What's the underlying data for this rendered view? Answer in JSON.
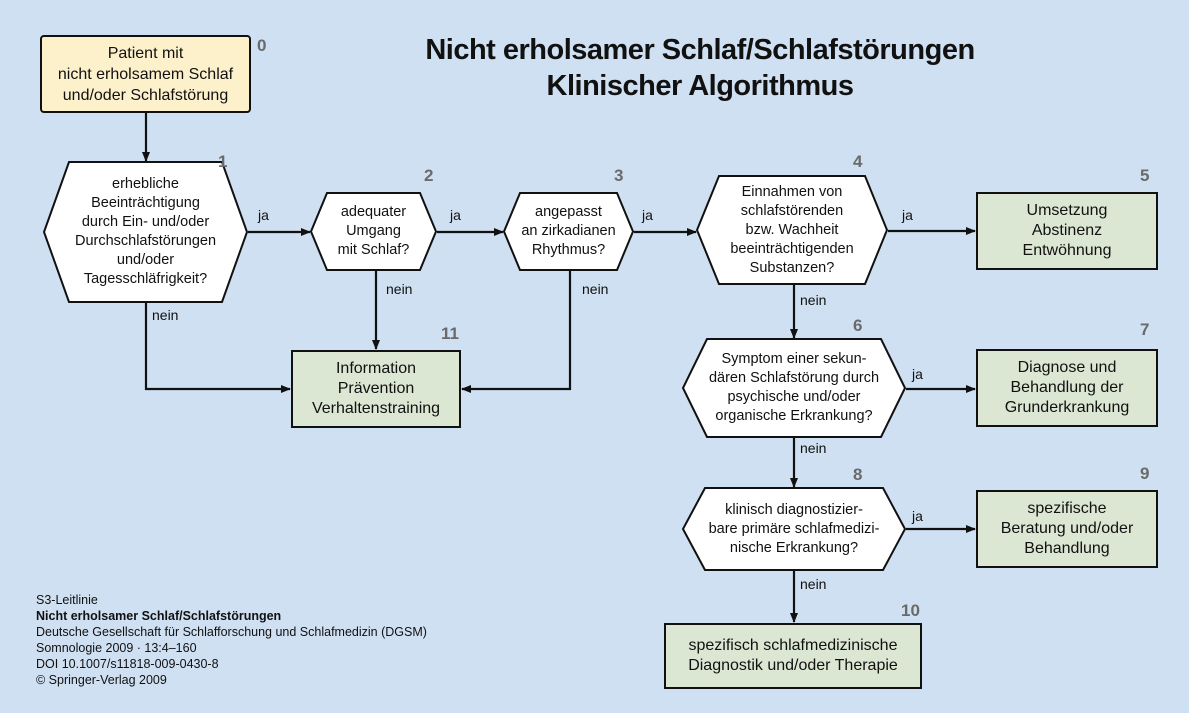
{
  "title": {
    "line1": "Nicht erholsamer Schlaf/Schlafstörungen",
    "line2": "Klinischer Algorithmus"
  },
  "nodes": {
    "n0": {
      "num": "0",
      "text": "Patient mit\nnicht erholsamem Schlaf\nund/oder Schlafstörung"
    },
    "n1": {
      "num": "1",
      "text": "erhebliche\nBeeinträchtigung\ndurch Ein- und/oder\nDurchschlafstörungen\nund/oder\nTagesschläfrigkeit?"
    },
    "n2": {
      "num": "2",
      "text": "adequater\nUmgang\nmit Schlaf?"
    },
    "n3": {
      "num": "3",
      "text": "angepasst\nan zirkadianen\nRhythmus?"
    },
    "n4": {
      "num": "4",
      "text": "Einnahmen von\nschlafstörenden\nbzw. Wachheit\nbeeinträchtigenden\nSubstanzen?"
    },
    "n5": {
      "num": "5",
      "text": "Umsetzung\nAbstinenz\nEntwöhnung"
    },
    "n6": {
      "num": "6",
      "text": "Symptom einer sekun-\ndären Schlafstörung durch\npsychische und/oder\norganische Erkrankung?"
    },
    "n7": {
      "num": "7",
      "text": "Diagnose und\nBehandlung der\nGrunderkrankung"
    },
    "n8": {
      "num": "8",
      "text": "klinisch diagnostizier-\nbare primäre schlafmedizi-\nnische Erkrankung?"
    },
    "n9": {
      "num": "9",
      "text": "spezifische\nBeratung und/oder\nBehandlung"
    },
    "n10": {
      "num": "10",
      "text": "spezifisch schlafmedizinische\nDiagnostik und/oder Therapie"
    },
    "n11": {
      "num": "11",
      "text": "Information\nPrävention\nVerhaltenstraining"
    }
  },
  "labels": {
    "yes": "ja",
    "no": "nein"
  },
  "footer": {
    "line1": "S3-Leitlinie",
    "line2": "Nicht erholsamer Schlaf/Schlafstörungen",
    "line3": "Deutsche Gesellschaft für Schlafforschung und Schlafmedizin (DGSM)",
    "line4": "Somnologie 2009 · 13:4–160",
    "line5": "DOI 10.1007/s11818-009-0430-8",
    "line6": "© Springer-Verlag 2009"
  },
  "colors": {
    "background": "#cfe0f2",
    "action_box": "#dbe6d3",
    "start_box": "#fdf1cc",
    "line": "#111111",
    "number": "#6a6a6a"
  }
}
